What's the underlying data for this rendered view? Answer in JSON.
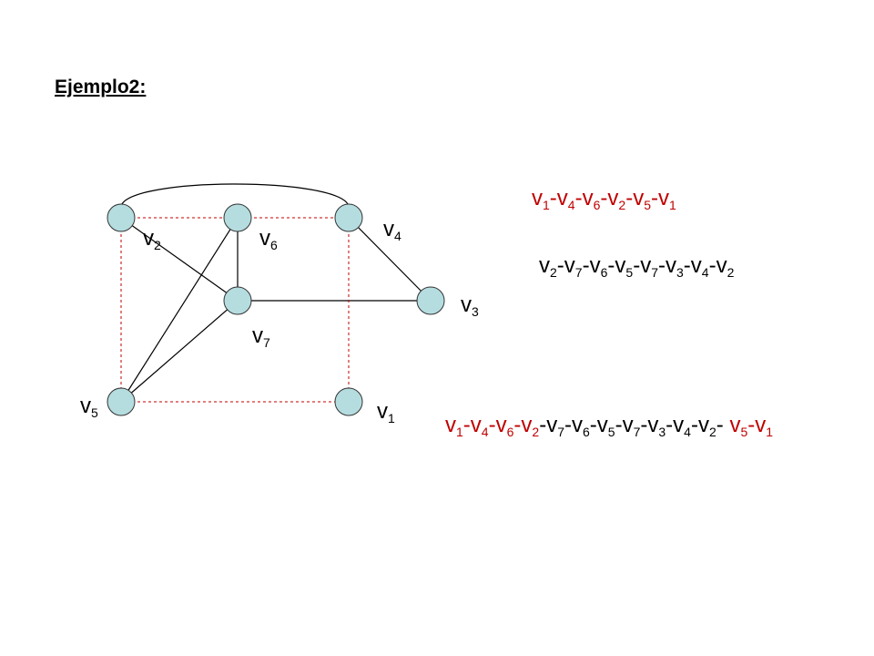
{
  "title": "Ejemplo2:",
  "colors": {
    "node_fill": "#b5dde0",
    "edge": "#000000",
    "dashed_edge": "#c00000",
    "path_red": "#c00000",
    "path_black": "#000000"
  },
  "nodes": [
    {
      "id": "v1",
      "label": "v",
      "sub": "1"
    },
    {
      "id": "v2",
      "label": "v",
      "sub": "2"
    },
    {
      "id": "v3",
      "label": "v",
      "sub": "3"
    },
    {
      "id": "v4",
      "label": "v",
      "sub": "4"
    },
    {
      "id": "v5",
      "label": "v",
      "sub": "5"
    },
    {
      "id": "v6",
      "label": "v",
      "sub": "6"
    },
    {
      "id": "v7",
      "label": "v",
      "sub": "7"
    }
  ],
  "edges": [
    {
      "from": "v2",
      "to": "v4",
      "style": "solid-arc"
    },
    {
      "from": "v2",
      "to": "v7",
      "style": "solid"
    },
    {
      "from": "v6",
      "to": "v7",
      "style": "solid"
    },
    {
      "from": "v6",
      "to": "v5",
      "style": "solid"
    },
    {
      "from": "v7",
      "to": "v5",
      "style": "solid"
    },
    {
      "from": "v7",
      "to": "v3",
      "style": "solid"
    },
    {
      "from": "v4",
      "to": "v3",
      "style": "solid"
    },
    {
      "from": "v2",
      "to": "v6",
      "style": "dashed"
    },
    {
      "from": "v6",
      "to": "v4",
      "style": "dashed"
    },
    {
      "from": "v2",
      "to": "v5",
      "style": "dashed"
    },
    {
      "from": "v4",
      "to": "v1",
      "style": "dashed"
    },
    {
      "from": "v5",
      "to": "v1",
      "style": "dashed"
    }
  ],
  "paths": [
    {
      "id": "path1",
      "color": "red",
      "vertices": [
        "1",
        "4",
        "6",
        "2",
        "5",
        "1"
      ]
    },
    {
      "id": "path2",
      "color": "black",
      "vertices": [
        "2",
        "7",
        "6",
        "5",
        "7",
        "3",
        "4",
        "2"
      ]
    },
    {
      "id": "path3",
      "segments": [
        {
          "color": "red",
          "vertices": [
            "1",
            "4",
            "6",
            "2"
          ]
        },
        {
          "color": "black",
          "vertices": [
            "7",
            "6",
            "5",
            "7",
            "3",
            "4",
            "2"
          ]
        },
        {
          "color": "red",
          "vertices": [
            "5",
            "1"
          ]
        }
      ]
    }
  ]
}
